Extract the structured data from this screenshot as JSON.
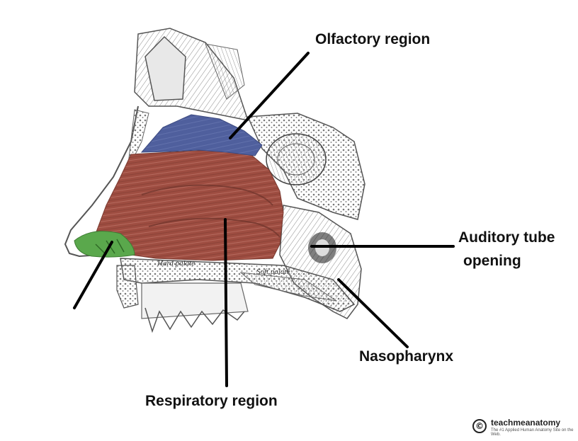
{
  "labels": {
    "olfactory": "Olfactory region",
    "auditory_line1": "Auditory tube",
    "auditory_line2": "opening",
    "nasopharynx": "Nasopharynx",
    "respiratory": "Respiratory region"
  },
  "figure_text": {
    "hard_palate": "Hard palate",
    "soft_palate": "Soft palate"
  },
  "watermark": {
    "logo": "©",
    "name": "teachmeanatomy",
    "tagline": "The #1 Applied Human Anatomy Site on the Web."
  },
  "colors": {
    "olfactory": "#4a5a9a",
    "respiratory": "#9a4a3e",
    "vestibule": "#5aa84c",
    "bone_outline": "#6a6a6a",
    "leader_line": "#000000"
  }
}
